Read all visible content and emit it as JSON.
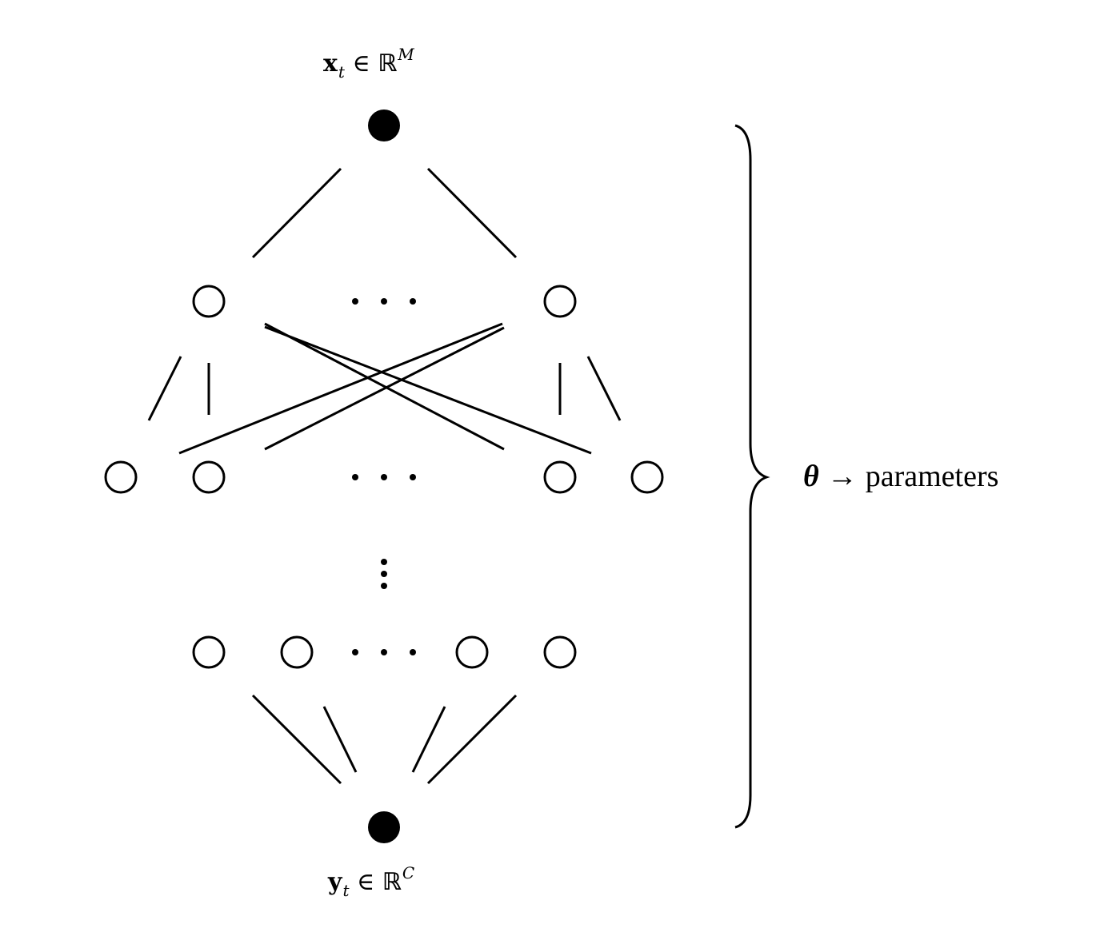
{
  "input_label": {
    "symbol": "x",
    "subscript": "t",
    "relation": "∈",
    "set": "ℝ",
    "exponent": "M"
  },
  "output_label": {
    "symbol": "y",
    "subscript": "t",
    "relation": "∈",
    "set": "ℝ",
    "exponent": "C"
  },
  "theta_label": {
    "symbol": "θ",
    "arrow": "→",
    "text": "parameters"
  },
  "colors": {
    "stroke": "#000000",
    "background": "#ffffff"
  }
}
